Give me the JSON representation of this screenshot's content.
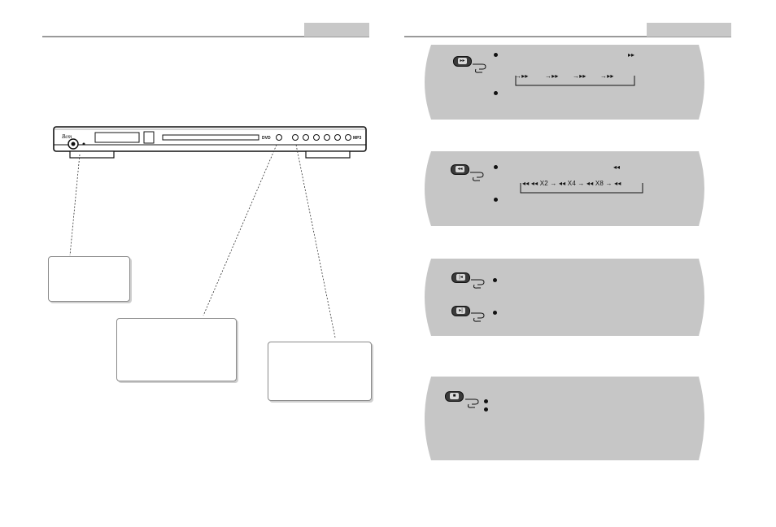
{
  "left_page": {
    "device": {
      "brand_text": "Bem",
      "disc_logo": "DVD",
      "badge_text": "MP3"
    },
    "callouts": [
      {
        "name": "power-callout",
        "text": ""
      },
      {
        "name": "disc-tray-callout",
        "text": ""
      },
      {
        "name": "button-panel-callout",
        "text": ""
      }
    ]
  },
  "right_page": {
    "panels": [
      {
        "id": "fast-forward",
        "button_icon": "fast-forward-icon",
        "top_glyph": "▸▸",
        "sequence": [
          "▸▸",
          "▸▸",
          "▸▸",
          "▸▸"
        ]
      },
      {
        "id": "fast-reverse",
        "button_icon": "fast-reverse-icon",
        "top_glyph": "◂◂",
        "sequence_text": "◂◂ ◂◂ X2 → ◂◂ X4 → ◂◂ X8 → ◂◂"
      },
      {
        "id": "skip",
        "button_icons": [
          "skip-previous-icon",
          "skip-next-icon"
        ]
      },
      {
        "id": "stop",
        "button_icon": "stop-icon"
      }
    ]
  },
  "colors": {
    "panel_fill": "#c6c6c6",
    "header_tab": "#c8c8c8",
    "rule": "#9a9a9a"
  }
}
